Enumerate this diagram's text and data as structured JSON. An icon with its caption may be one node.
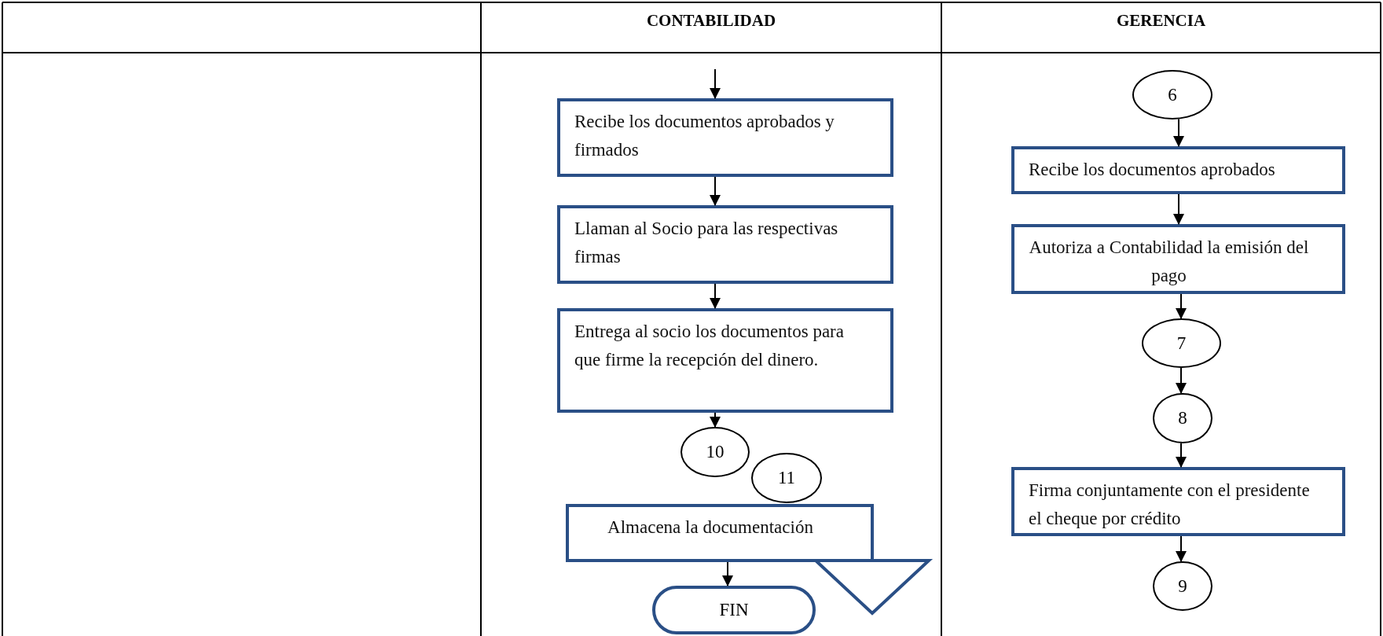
{
  "diagram": {
    "nodes": [
      {
        "text": [
          "CONTABILIDAD"
        ]
      },
      {
        "text": [
          "Recibe los documentos aprobados y firmados"
        ],
        "in": 0
      },
      {
        "text": [
          "Llaman al Socio para las respectivas firmas"
        ],
        "in": 0
      },
      {
        "text": [
          "Entrega al socio los documentos para que firme la recepción del dinero."
        ],
        "in": 0
      },
      {
        "text": [
          "10"
        ],
        "in": 0
      },
      {
        "text": [
          "11"
        ],
        "in": 0
      },
      {
        "text": [
          "Almacena la documentación"
        ],
        "in": 0
      },
      {
        "text": [],
        "shape": "triangle",
        "in": 0
      },
      {
        "text": [
          "FIN"
        ],
        "in": 0
      },
      {
        "text": [
          "GERENCIA"
        ]
      },
      {
        "text": [
          "6"
        ],
        "in": 9
      },
      {
        "text": [
          "Recibe los documentos aprobados"
        ],
        "in": 9
      },
      {
        "text": [
          "Autoriza a Contabilidad la emisión del pago"
        ],
        "in": 9
      },
      {
        "text": [
          "7"
        ],
        "in": 9
      },
      {
        "text": [
          "8"
        ],
        "in": 9
      },
      {
        "text": [
          "Firma conjuntamente con el presidente el cheque por crédito"
        ],
        "in": 9
      },
      {
        "text": [
          "9"
        ],
        "in": 9
      }
    ],
    "edges": [
      {
        "from": null,
        "to": 1,
        "arrow": "to"
      },
      {
        "from": 1,
        "to": 2,
        "arrow": "to"
      },
      {
        "from": 2,
        "to": 3,
        "arrow": "to"
      },
      {
        "from": 3,
        "to": 4,
        "arrow": "to"
      },
      {
        "from": 6,
        "to": 8,
        "arrow": "to"
      },
      {
        "from": 10,
        "to": 11,
        "arrow": "to"
      },
      {
        "from": 11,
        "to": 12,
        "arrow": "to"
      },
      {
        "from": 12,
        "to": 13,
        "arrow": "to"
      },
      {
        "from": 13,
        "to": 14,
        "arrow": "to"
      },
      {
        "from": 14,
        "to": 15,
        "arrow": "to"
      },
      {
        "from": 15,
        "to": 16,
        "arrow": "to"
      }
    ]
  }
}
